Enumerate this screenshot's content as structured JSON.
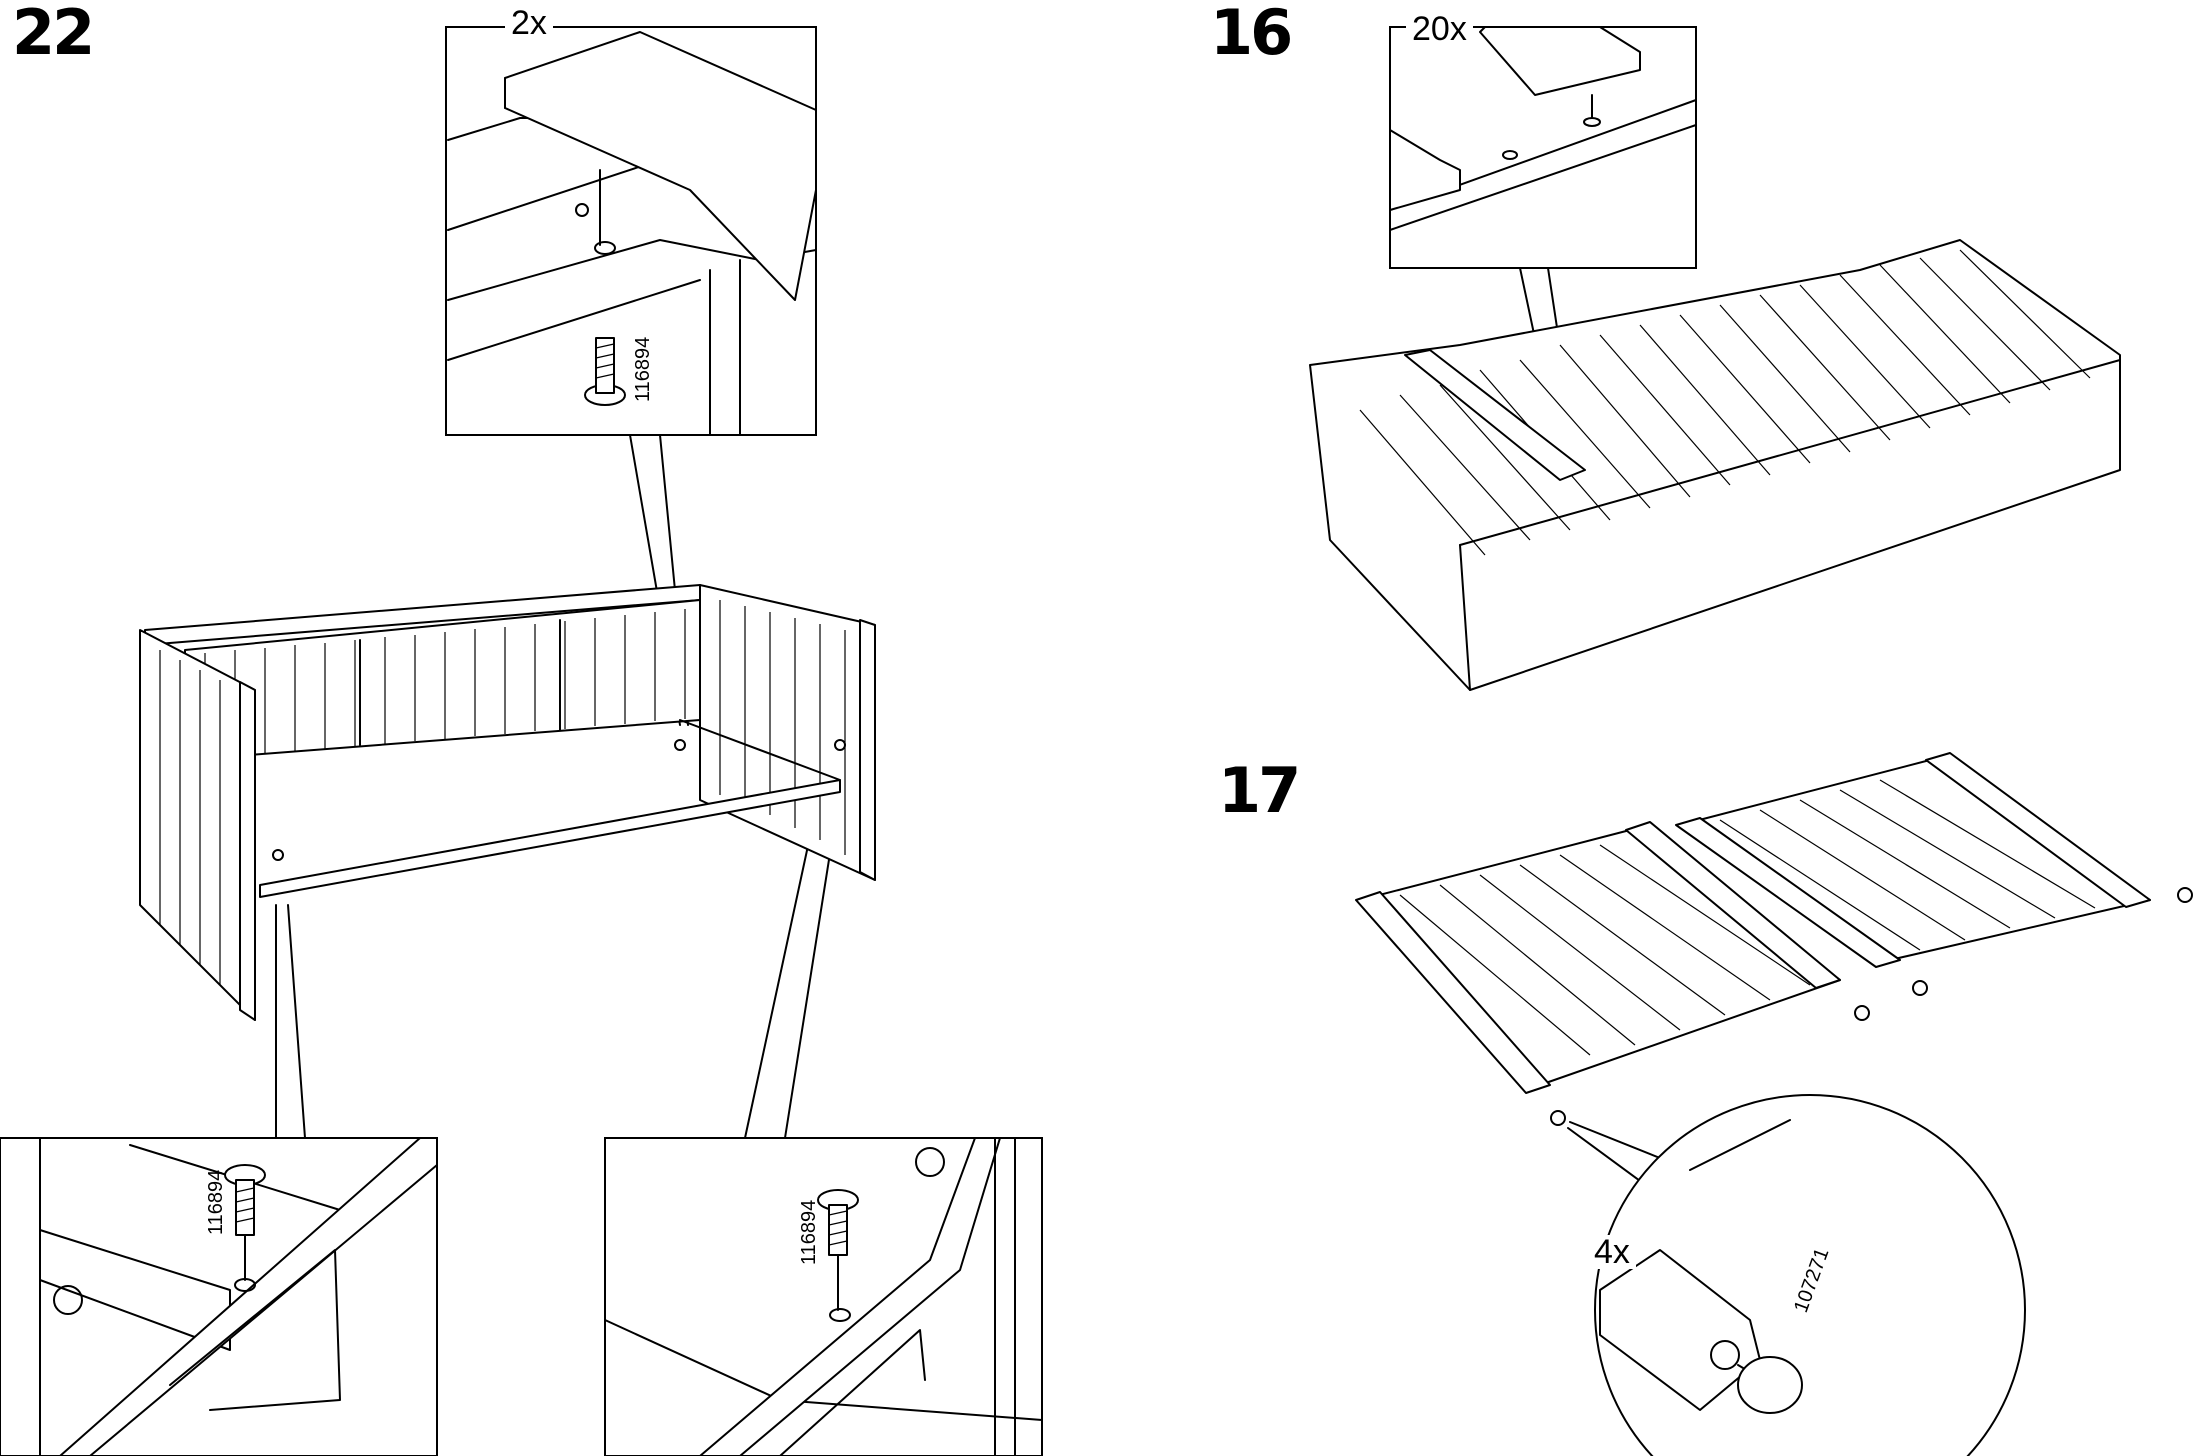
{
  "steps": [
    {
      "number": "22",
      "quantities": [
        "2x"
      ],
      "part_numbers": [
        "116894",
        "116894",
        "116894"
      ]
    },
    {
      "number": "16",
      "quantities": [
        "20x"
      ],
      "part_numbers": []
    },
    {
      "number": "17",
      "quantities": [
        "4x"
      ],
      "part_numbers": [
        "107271"
      ]
    }
  ]
}
